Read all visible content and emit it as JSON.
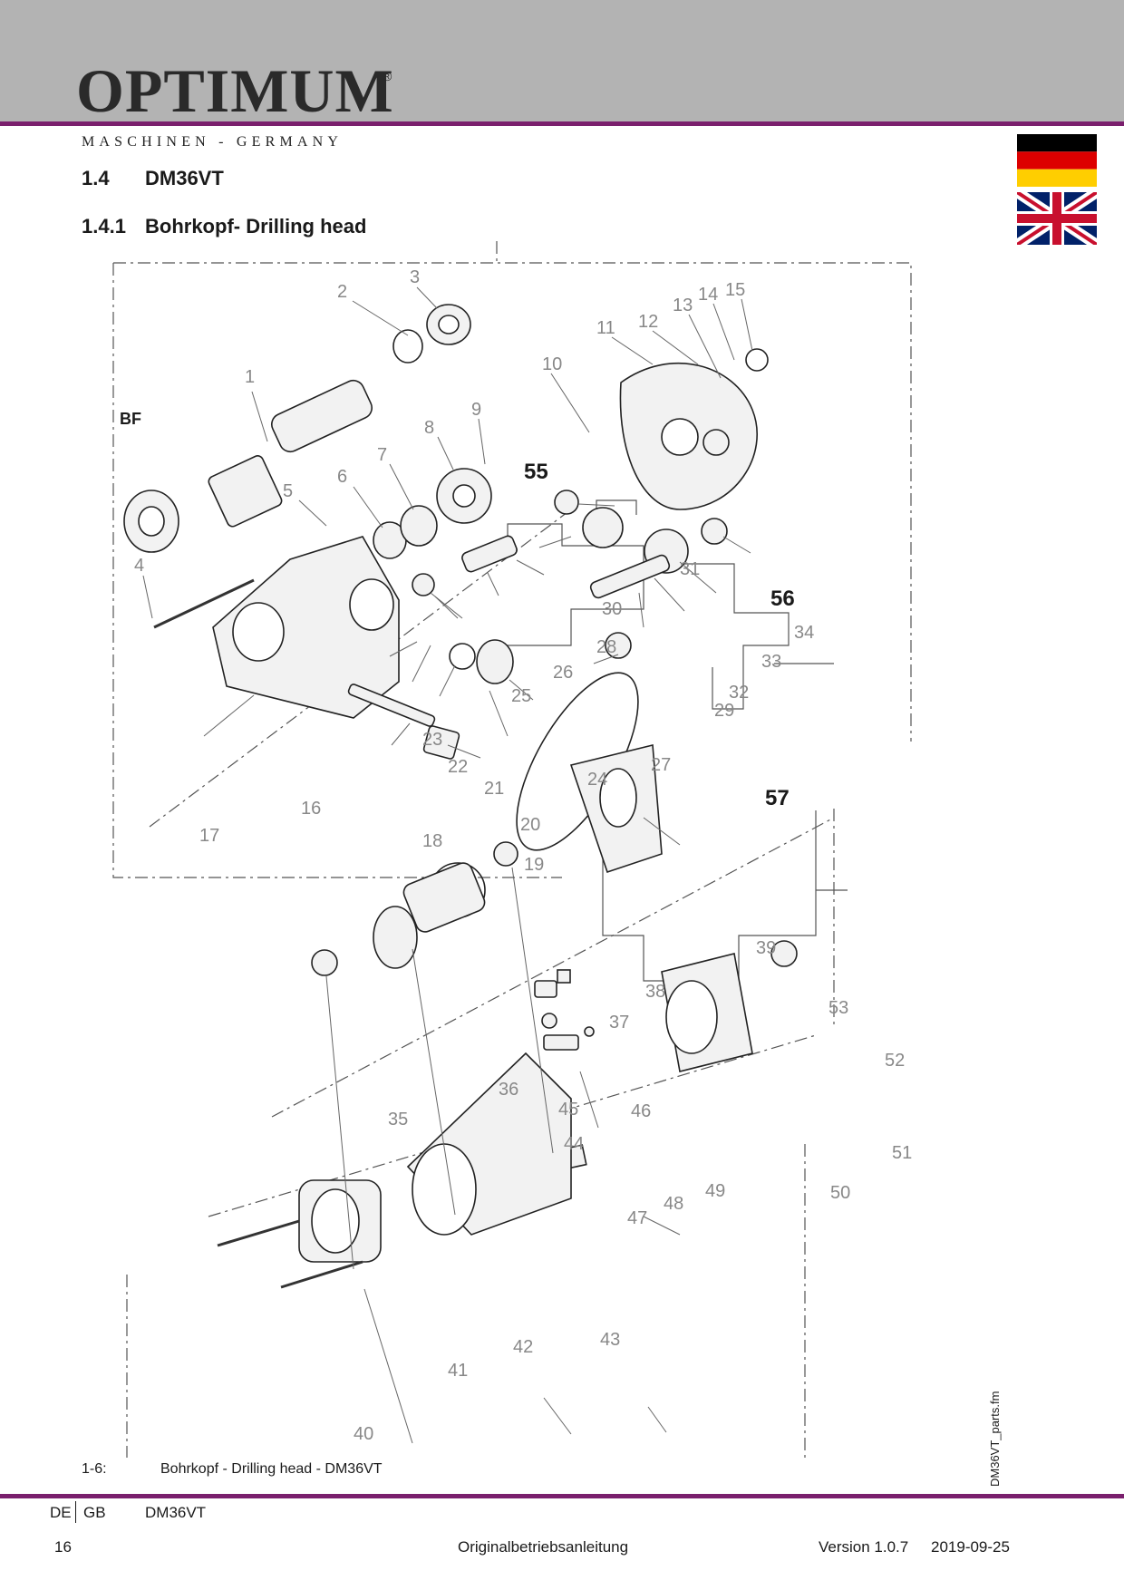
{
  "header": {
    "brand": "OPTIMUM",
    "registered": "®",
    "tagline": "MASCHINEN - GERMANY"
  },
  "flags": [
    {
      "name": "german-flag",
      "colors": [
        "#000000",
        "#dd0000",
        "#ffce00"
      ]
    },
    {
      "name": "uk-flag",
      "colors": [
        "#012169",
        "#ffffff",
        "#c8102e"
      ]
    }
  ],
  "section": {
    "number": "1.4",
    "title": "DM36VT"
  },
  "subsection": {
    "number": "1.4.1",
    "title": "Bohrkopf- Drilling head"
  },
  "diagram": {
    "label_bf": "BF",
    "group_labels": [
      "55",
      "56",
      "57"
    ],
    "part_numbers": [
      "1",
      "2",
      "3",
      "4",
      "5",
      "6",
      "7",
      "8",
      "9",
      "10",
      "11",
      "12",
      "13",
      "14",
      "15",
      "16",
      "17",
      "18",
      "19",
      "20",
      "21",
      "22",
      "23",
      "24",
      "25",
      "26",
      "27",
      "28",
      "29",
      "30",
      "31",
      "32",
      "33",
      "34",
      "35",
      "36",
      "37",
      "38",
      "39",
      "40",
      "41",
      "42",
      "43",
      "44",
      "45",
      "46",
      "47",
      "48",
      "49",
      "50",
      "51",
      "52",
      "53"
    ]
  },
  "side_label": "DM36VT_parts.fm",
  "caption": {
    "number": "1-6:",
    "text": "Bohrkopf - Drilling head - DM36VT"
  },
  "footer": {
    "lang_de": "DE",
    "lang_gb": "GB",
    "model": "DM36VT",
    "page": "16",
    "document": "Originalbetriebsanleitung",
    "version": "Version 1.0.7",
    "date": "2019-09-25"
  },
  "colors": {
    "accent": "#7a1f6d",
    "header_band": "#b3b3b3"
  }
}
